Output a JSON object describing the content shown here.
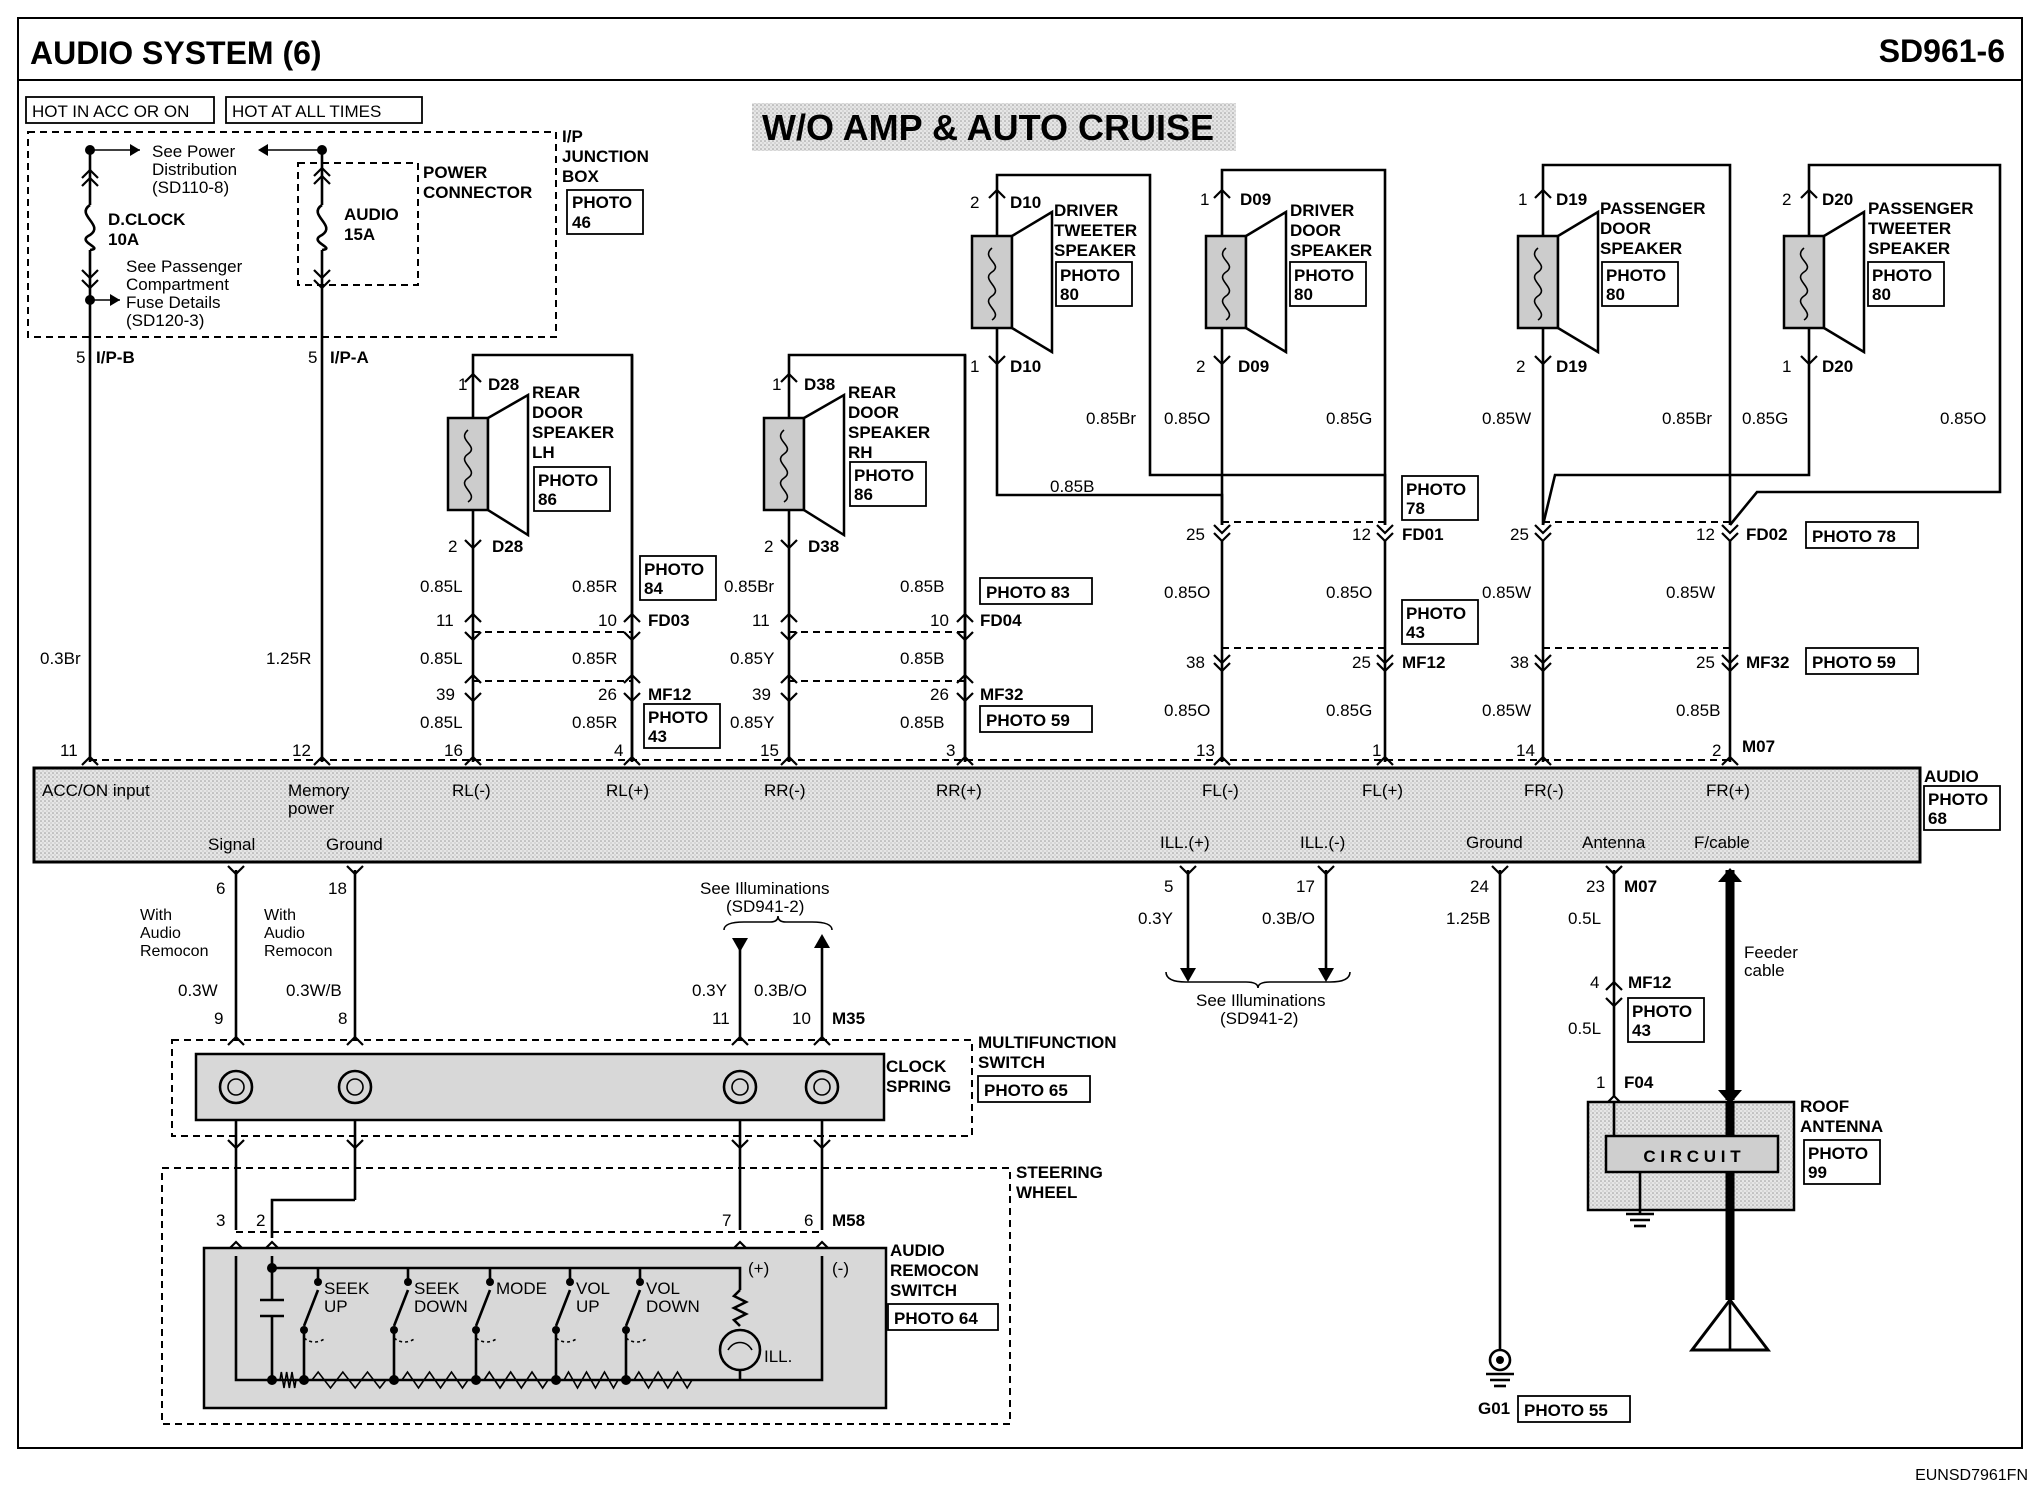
{
  "header": {
    "title": "AUDIO SYSTEM (6)",
    "code": "SD961-6"
  },
  "subtitle": "W/O AMP & AUTO CRUISE",
  "footer_code": "EUNSD7961FN",
  "hot_labels": [
    "HOT IN ACC OR ON",
    "HOT AT ALL TIMES"
  ],
  "junction_box": {
    "title_lines": [
      "I/P",
      "JUNCTION",
      "BOX"
    ],
    "photo": [
      "PHOTO",
      "46"
    ],
    "power_connector": [
      "POWER",
      "CONNECTOR"
    ],
    "see_power": [
      "See Power",
      "Distribution",
      "(SD110-8)"
    ],
    "see_pass": [
      "See Passenger",
      "Compartment",
      "Fuse Details",
      "(SD120-3)"
    ],
    "fuse1": [
      "D.CLOCK",
      "10A"
    ],
    "fuse2": [
      "AUDIO",
      "15A"
    ]
  },
  "speakers": [
    {
      "id": "rear-lh",
      "name": [
        "REAR",
        "DOOR",
        "SPEAKER",
        "LH"
      ],
      "conn": "D28",
      "pin_top": "1",
      "pin_bot": "2",
      "photo": [
        "PHOTO",
        "86"
      ]
    },
    {
      "id": "rear-rh",
      "name": [
        "REAR",
        "DOOR",
        "SPEAKER",
        "RH"
      ],
      "conn": "D38",
      "pin_top": "1",
      "pin_bot": "2",
      "photo": [
        "PHOTO",
        "86"
      ]
    },
    {
      "id": "driver-tweeter",
      "name": [
        "DRIVER",
        "TWEETER",
        "SPEAKER"
      ],
      "conn": "D10",
      "pin_top": "2",
      "pin_bot": "1",
      "photo": [
        "PHOTO",
        "80"
      ]
    },
    {
      "id": "driver-door",
      "name": [
        "DRIVER",
        "DOOR",
        "SPEAKER"
      ],
      "conn": "D09",
      "pin_top": "1",
      "pin_bot": "2",
      "photo": [
        "PHOTO",
        "80"
      ]
    },
    {
      "id": "pass-door",
      "name": [
        "PASSENGER",
        "DOOR",
        "SPEAKER"
      ],
      "conn": "D19",
      "pin_top": "1",
      "pin_bot": "2",
      "photo": [
        "PHOTO",
        "80"
      ]
    },
    {
      "id": "pass-tweeter",
      "name": [
        "PASSENGER",
        "TWEETER",
        "SPEAKER"
      ],
      "conn": "D20",
      "pin_top": "2",
      "pin_bot": "1",
      "photo": [
        "PHOTO",
        "80"
      ]
    }
  ],
  "connectors": {
    "ip_b": "I/P-B",
    "ip_a": "I/P-A",
    "fd03": "FD03",
    "fd04": "FD04",
    "mf12": "MF12",
    "mf32": "MF32",
    "fd01": "FD01",
    "fd02": "FD02",
    "m07": "M07",
    "m35": "M35",
    "m58": "M58",
    "f04": "F04",
    "g01": "G01"
  },
  "photos": {
    "p84": [
      "PHOTO",
      "84"
    ],
    "p83": "PHOTO 83",
    "p43a": [
      "PHOTO",
      "43"
    ],
    "p59": "PHOTO 59",
    "p78a": [
      "PHOTO",
      "78"
    ],
    "p43b": [
      "PHOTO",
      "43"
    ],
    "p78b": "PHOTO 78",
    "p59b": "PHOTO 59",
    "p68": [
      "PHOTO",
      "68"
    ],
    "p65": "PHOTO 65",
    "p64": "PHOTO 64",
    "p43c": [
      "PHOTO",
      "43"
    ],
    "p99": [
      "PHOTO",
      "99"
    ],
    "p55": "PHOTO 55"
  },
  "wire_labels": {
    "w_03br": "0.3Br",
    "w_125r": "1.25R",
    "w_085l": "0.85L",
    "w_085r": "0.85R",
    "w_085br": "0.85Br",
    "w_085b": "0.85B",
    "w_085y": "0.85Y",
    "w_085o": "0.85O",
    "w_085g": "0.85G",
    "w_085w": "0.85W",
    "w_03w": "0.3W",
    "w_03wb": "0.3W/B",
    "w_03y": "0.3Y",
    "w_03bo": "0.3B/O",
    "w_05l": "0.5L",
    "w_125b": "1.25B"
  },
  "audio_unit": {
    "label": "AUDIO",
    "photo": [
      "PHOTO",
      "68"
    ],
    "top_terminals": [
      "ACC/ON input",
      "Memory",
      "power",
      "RL(-)",
      "RL(+)",
      "RR(-)",
      "RR(+)",
      "FL(-)",
      "FL(+)",
      "FR(-)",
      "FR(+)"
    ],
    "bottom_terminals": [
      "Signal",
      "Ground",
      "ILL.(+)",
      "ILL.(-)",
      "Ground",
      "Antenna",
      "F/cable"
    ]
  },
  "pins": {
    "top": [
      "11",
      "12",
      "16",
      "4",
      "15",
      "3",
      "13",
      "1",
      "14",
      "2"
    ],
    "bottom": [
      "6",
      "18",
      "5",
      "17",
      "24",
      "23"
    ]
  },
  "remocon": {
    "with": [
      "With",
      "Audio",
      "Remocon"
    ],
    "see_ill": [
      "See Illuminations",
      "(SD941-2)"
    ],
    "multifunction": [
      "MULTIFUNCTION",
      "SWITCH"
    ],
    "clock_spring": [
      "CLOCK",
      "SPRING"
    ],
    "steering": [
      "STEERING",
      "WHEEL"
    ],
    "switch_title": [
      "AUDIO",
      "REMOCON",
      "SWITCH"
    ],
    "buttons": [
      [
        "SEEK",
        "UP"
      ],
      [
        "SEEK",
        "DOWN"
      ],
      [
        "MODE"
      ],
      [
        "VOL",
        "UP"
      ],
      [
        "VOL",
        "DOWN"
      ]
    ],
    "plus": "(+)",
    "minus": "(-)",
    "ill": "ILL."
  },
  "antenna": {
    "feeder": [
      "Feeder",
      "cable"
    ],
    "title": [
      "ROOF",
      "ANTENNA"
    ],
    "circuit": "C I R C U I T"
  }
}
